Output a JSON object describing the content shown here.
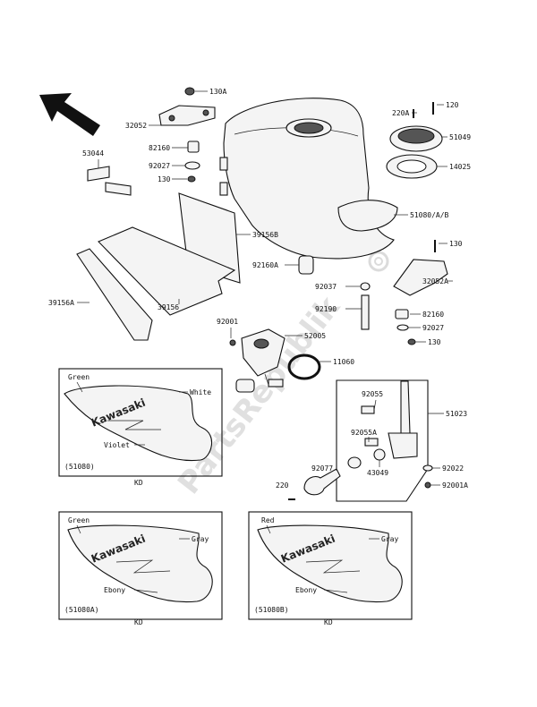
{
  "labels": {
    "p130A": "130A",
    "p120": "120",
    "p220A": "220A",
    "p32052": "32052",
    "p51049": "51049",
    "p82160a": "82160",
    "p92027a": "92027",
    "p130a": "130",
    "p14025": "14025",
    "p53044": "53044",
    "p51080": "51080/A/B",
    "p39156B": "39156B",
    "p130b": "130",
    "p92160A": "92160A",
    "p92037": "92037",
    "p32052A": "32052A",
    "p39156A": "39156A",
    "p39156": "39156",
    "p92190": "92190",
    "p82160b": "82160",
    "p92027b": "92027",
    "p130c": "130",
    "p92001": "92001",
    "p52005": "52005",
    "p11060": "11060",
    "p92055": "92055",
    "p51023": "51023",
    "p92055A": "92055A",
    "p43049": "43049",
    "p92077": "92077",
    "p92022": "92022",
    "p220": "220",
    "p92001A": "92001A"
  },
  "variants": [
    {
      "colors": [
        "Green",
        "White",
        "Violet"
      ],
      "code": "(51080)",
      "note": "KD",
      "brand": "Kawasaki"
    },
    {
      "colors": [
        "Green",
        "Gray",
        "Ebony"
      ],
      "code": "(51080A)",
      "note": "KD",
      "brand": "Kawasaki"
    },
    {
      "colors": [
        "Red",
        "Gray",
        "Ebony"
      ],
      "code": "(51080B)",
      "note": "KD",
      "brand": "Kawasaki"
    }
  ],
  "watermark": "PartsRepublik",
  "icons": [
    "front-arrow-icon",
    "gear-watermark-icon"
  ]
}
